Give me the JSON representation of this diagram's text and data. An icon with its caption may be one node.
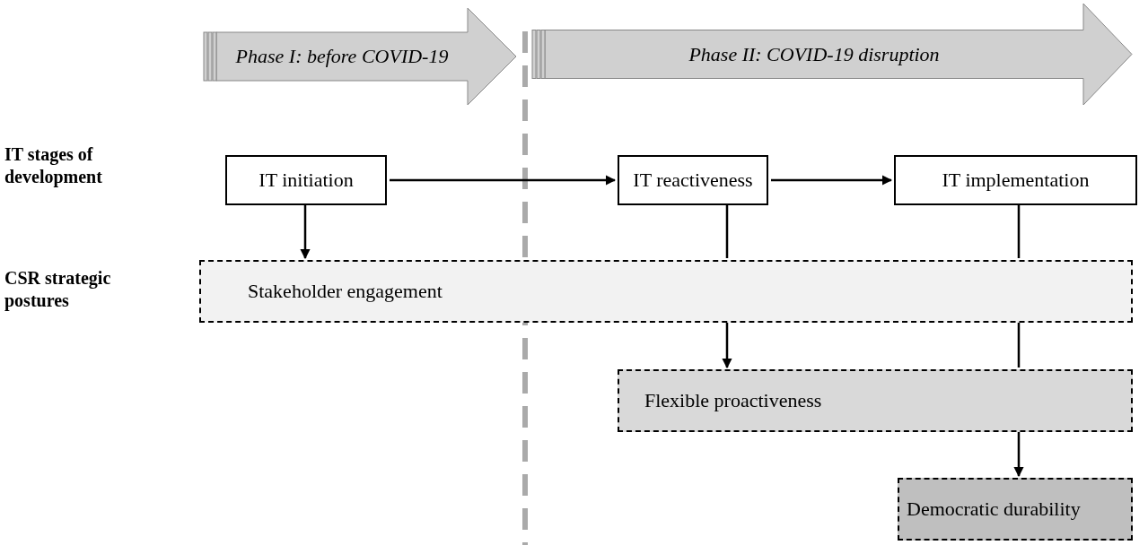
{
  "diagram": {
    "nodes": [
      {
        "text": [
          "Phase I: before COVID-19"
        ]
      },
      {
        "text": [
          "Phase II: COVID-19 disruption"
        ]
      },
      {
        "text": [
          "IT initiation"
        ]
      },
      {
        "text": [
          "IT reactiveness"
        ]
      },
      {
        "text": [
          "IT implementation"
        ]
      },
      {
        "text": [
          "Stakeholder engagement"
        ]
      },
      {
        "text": [
          "Flexible proactiveness"
        ]
      },
      {
        "text": [
          "Democratic durability"
        ]
      }
    ],
    "edges": [
      {
        "from": 2,
        "to": 3,
        "arrow": "to"
      },
      {
        "from": 3,
        "to": 4,
        "arrow": "to"
      },
      {
        "from": 2,
        "to": 5,
        "arrow": "to"
      },
      {
        "from": 3,
        "to": 5,
        "arrow": "none"
      },
      {
        "from": 4,
        "to": 5,
        "arrow": "none"
      },
      {
        "from": 5,
        "to": 6,
        "arrow": "to"
      },
      {
        "from": 5,
        "to": 6,
        "arrow": "none"
      },
      {
        "from": 6,
        "to": 7,
        "arrow": "to"
      }
    ],
    "labels": [
      "IT stages of development",
      "CSR strategic postures"
    ]
  }
}
